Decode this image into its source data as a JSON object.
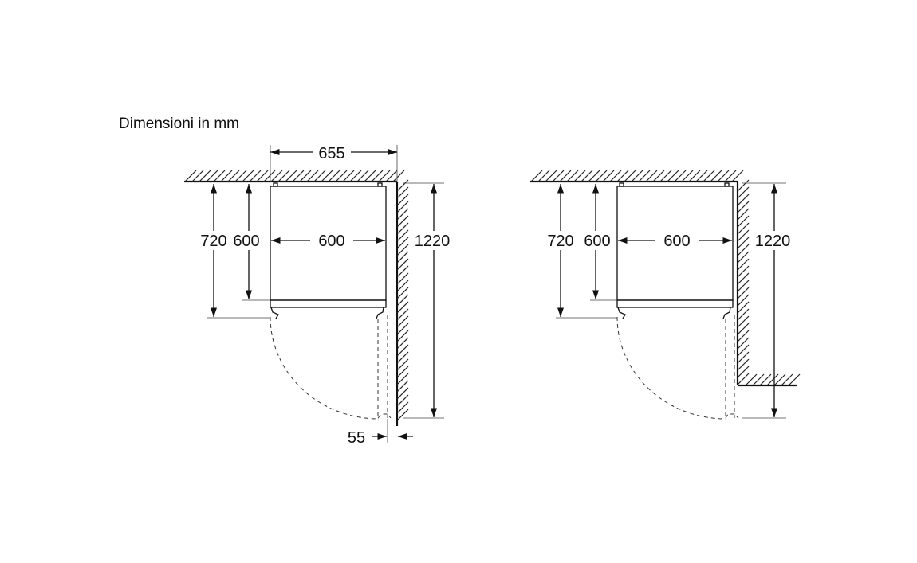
{
  "caption": "Dimensioni in mm",
  "left_view": {
    "width_total": "655",
    "depth_total": "720",
    "depth_body": "600",
    "width_body": "600",
    "depth_door_open": "1220",
    "side_gap": "55"
  },
  "right_view": {
    "depth_total": "720",
    "depth_body": "600",
    "width_body": "600",
    "depth_door_open": "1220"
  }
}
